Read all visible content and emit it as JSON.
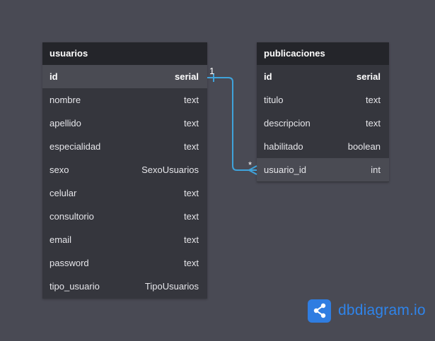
{
  "tables": {
    "usuarios": {
      "name": "usuarios",
      "fields": [
        {
          "name": "id",
          "type": "serial"
        },
        {
          "name": "nombre",
          "type": "text"
        },
        {
          "name": "apellido",
          "type": "text"
        },
        {
          "name": "especialidad",
          "type": "text"
        },
        {
          "name": "sexo",
          "type": "SexoUsuarios"
        },
        {
          "name": "celular",
          "type": "text"
        },
        {
          "name": "consultorio",
          "type": "text"
        },
        {
          "name": "email",
          "type": "text"
        },
        {
          "name": "password",
          "type": "text"
        },
        {
          "name": "tipo_usuario",
          "type": "TipoUsuarios"
        }
      ]
    },
    "publicaciones": {
      "name": "publicaciones",
      "fields": [
        {
          "name": "id",
          "type": "serial"
        },
        {
          "name": "titulo",
          "type": "text"
        },
        {
          "name": "descripcion",
          "type": "text"
        },
        {
          "name": "habilitado",
          "type": "boolean"
        },
        {
          "name": "usuario_id",
          "type": "int"
        }
      ]
    }
  },
  "relationship": {
    "from": "usuarios.id",
    "to": "publicaciones.usuario_id",
    "from_cardinality": "1",
    "to_cardinality": "*",
    "color": "#3fa3db"
  },
  "brand": {
    "text": "dbdiagram.io",
    "icon": "share-nodes-icon",
    "color": "#2f7de1"
  },
  "colors": {
    "background": "#494a54",
    "table_body": "#35363d",
    "table_header": "#24252a",
    "highlight_row": "#4a4b53"
  }
}
